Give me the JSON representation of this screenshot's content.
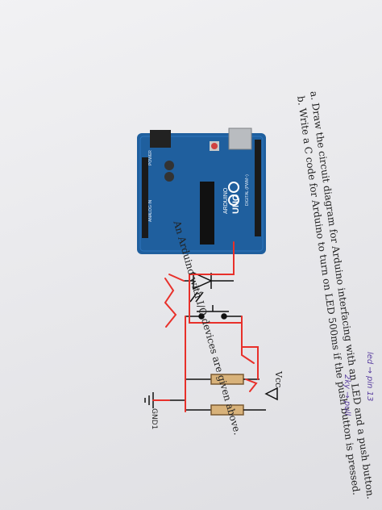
{
  "question": {
    "intro": "An Arduino with I/O devices are given above.",
    "item_a_marker": "a.",
    "item_a_text": "Draw the circuit diagram for Arduino interfacing with an LED and a push button.",
    "item_b_marker": "b.",
    "item_b_text": "Write a C code for Arduino to turn on LED 500ms if the push button is pressed."
  },
  "board": {
    "name": "UNO",
    "brand": "ARDUINO",
    "power_label": "POWER",
    "analog_label": "ANALOG IN",
    "digital_label": "DIGITAL (PWM~)"
  },
  "circuit": {
    "vcc_label": "Vcc",
    "gnd_label": "GND1"
  },
  "annotations": {
    "line1": "led → pin 13",
    "line2": "2ky → pull"
  },
  "colors": {
    "board_blue": "#1f5f9e",
    "wire_red": "#e8302a",
    "ink_purple": "#5a3fa0"
  }
}
